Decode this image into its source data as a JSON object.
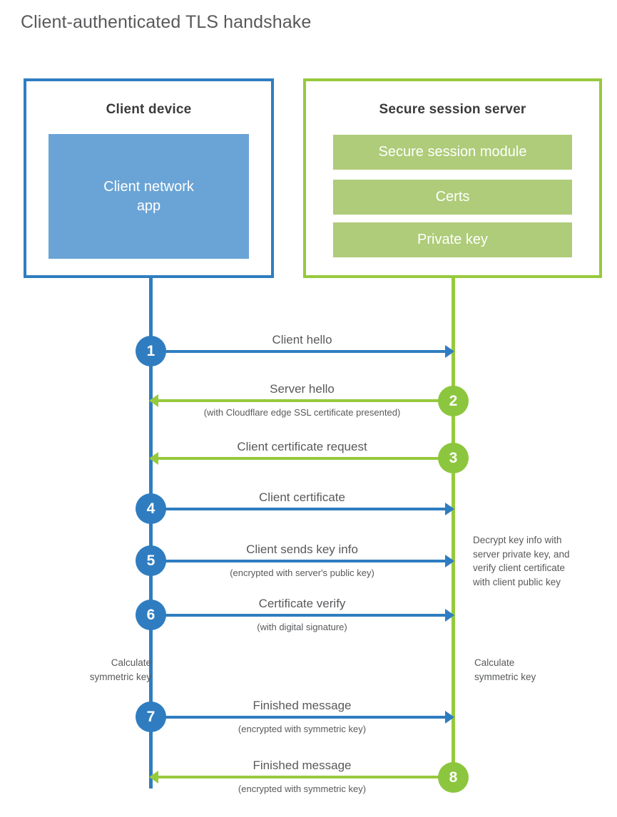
{
  "title": "Client-authenticated TLS handshake",
  "colors": {
    "blue": "#2f7dc0",
    "blue_fill": "#6aa4d6",
    "green": "#97c93d",
    "green_circle": "#8cc63e",
    "green_fill": "#aecc79",
    "text": "#58595b"
  },
  "client": {
    "title": "Client device",
    "app_label": "Client network\napp"
  },
  "server": {
    "title": "Secure session server",
    "bars": [
      {
        "label": "Secure session module"
      },
      {
        "label": "Certs"
      },
      {
        "label": "Private key"
      }
    ]
  },
  "steps": [
    {
      "number": "1",
      "label": "Client hello",
      "sub": "",
      "direction": "client-to-server",
      "side": "client"
    },
    {
      "number": "2",
      "label": "Server hello",
      "sub": "(with Cloudflare edge SSL certificate presented)",
      "direction": "server-to-client",
      "side": "server"
    },
    {
      "number": "3",
      "label": "Client certificate request",
      "sub": "",
      "direction": "server-to-client",
      "side": "server"
    },
    {
      "number": "4",
      "label": "Client certificate",
      "sub": "",
      "direction": "client-to-server",
      "side": "client"
    },
    {
      "number": "5",
      "label": "Client sends key info",
      "sub": "(encrypted with server's public key)",
      "direction": "client-to-server",
      "side": "client"
    },
    {
      "number": "6",
      "label": "Certificate verify",
      "sub": "(with digital signature)",
      "direction": "client-to-server",
      "side": "client"
    },
    {
      "number": "7",
      "label": "Finished message",
      "sub": "(encrypted with symmetric key)",
      "direction": "client-to-server",
      "side": "client"
    },
    {
      "number": "8",
      "label": "Finished message",
      "sub": "(encrypted with symmetric key)",
      "direction": "server-to-client",
      "side": "server"
    }
  ],
  "notes": {
    "server_decrypt": "Decrypt key info with\nserver private key, and\nverify client certificate\nwith client public key",
    "client_calculate": "Calculate\nsymmetric key",
    "server_calculate": "Calculate\nsymmetric key"
  }
}
